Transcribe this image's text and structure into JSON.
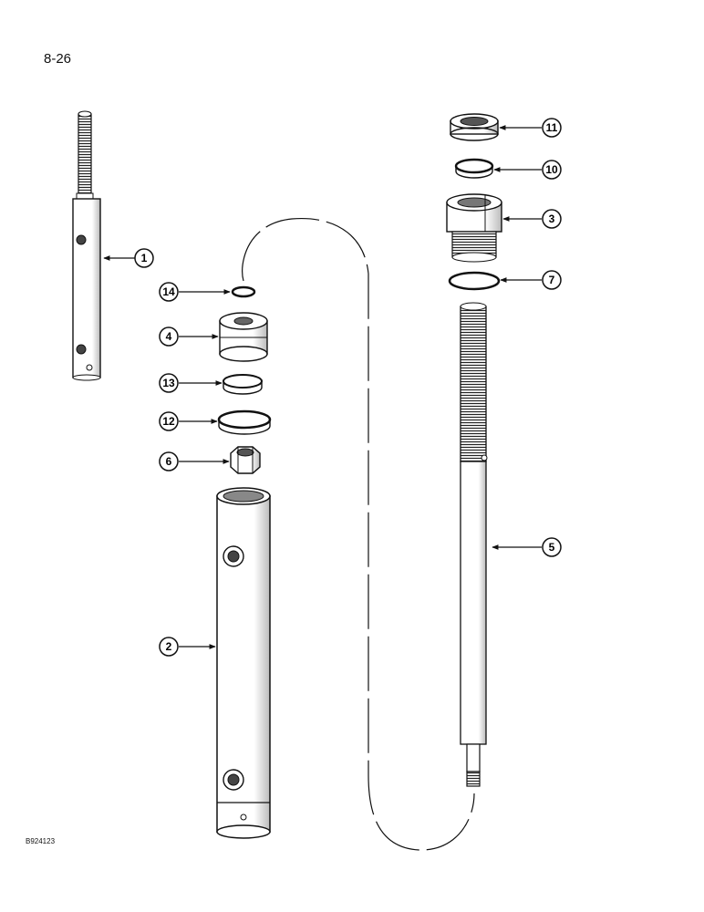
{
  "page": {
    "number": "8-26",
    "figure_code": "B924123"
  },
  "callouts": {
    "c1": "1",
    "c2": "2",
    "c3": "3",
    "c4": "4",
    "c5": "5",
    "c6": "6",
    "c7": "7",
    "c10": "10",
    "c11": "11",
    "c12": "12",
    "c13": "13",
    "c14": "14"
  },
  "parts": [
    {
      "callout": "1",
      "name": "piston-rod-assembly"
    },
    {
      "callout": "2",
      "name": "cylinder-barrel"
    },
    {
      "callout": "3",
      "name": "gland"
    },
    {
      "callout": "4",
      "name": "piston"
    },
    {
      "callout": "5",
      "name": "piston-rod"
    },
    {
      "callout": "6",
      "name": "nut"
    },
    {
      "callout": "7",
      "name": "o-ring"
    },
    {
      "callout": "10",
      "name": "rod-seal"
    },
    {
      "callout": "11",
      "name": "wiper-seal"
    },
    {
      "callout": "12",
      "name": "piston-seal"
    },
    {
      "callout": "13",
      "name": "wear-ring"
    },
    {
      "callout": "14",
      "name": "o-ring-small"
    }
  ]
}
